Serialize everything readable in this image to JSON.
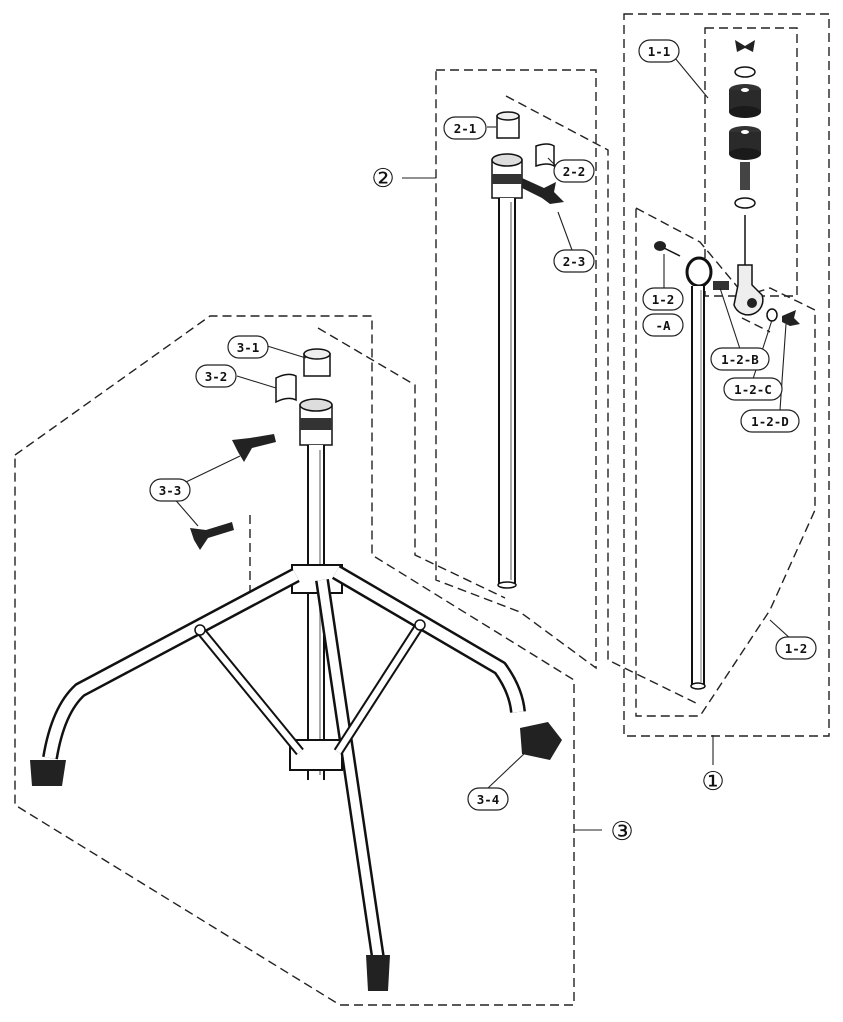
{
  "assemblies": {
    "a1": "①",
    "a2": "②",
    "a3": "③"
  },
  "parts": {
    "p1_1": "1-1",
    "p1_2": "1-2",
    "p1_2A_top": "1-2",
    "p1_2A_bottom": "-A",
    "p1_2B": "1-2-B",
    "p1_2C": "1-2-C",
    "p1_2D": "1-2-D",
    "p2_1": "2-1",
    "p2_2": "2-2",
    "p2_3": "2-3",
    "p3_1": "3-1",
    "p3_2": "3-2",
    "p3_3": "3-3",
    "p3_4": "3-4"
  }
}
